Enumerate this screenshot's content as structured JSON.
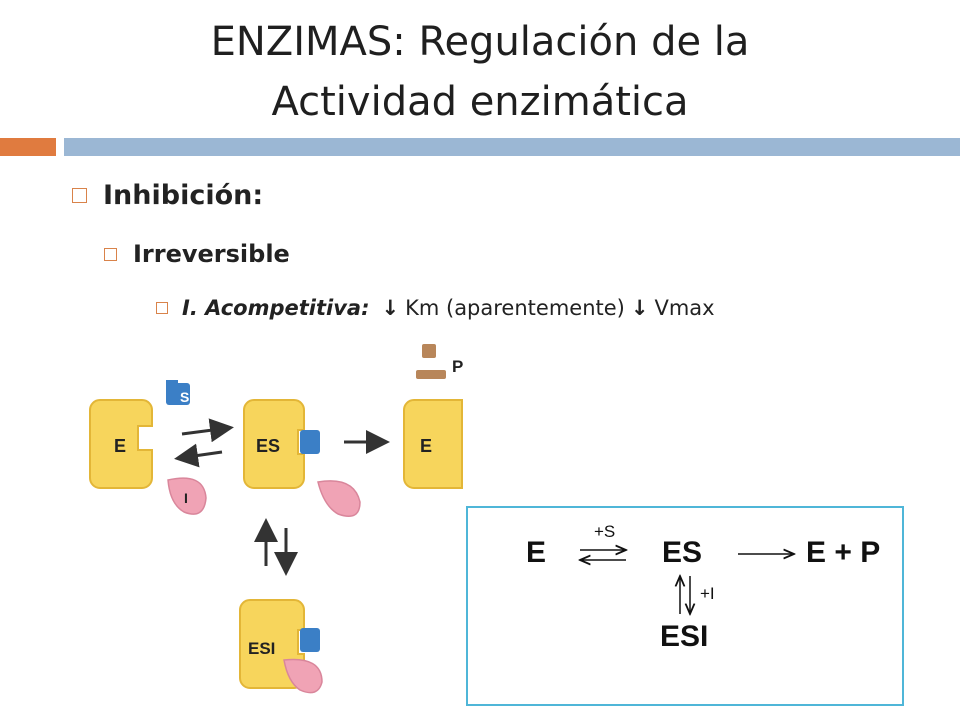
{
  "slide": {
    "title_line1": "ENZIMAS: Regulación de la",
    "title_line2": "Actividad enzimática",
    "bullet1": "Inhibición:",
    "bullet2": "Irreversible",
    "bullet3_em": "I. Acompetitiva:",
    "bullet3_arrow1": "↓",
    "bullet3_text": "Km (aparentemente)",
    "bullet3_arrow2": "↓",
    "bullet3_text2": "Vmax"
  },
  "diagram": {
    "label_E1": "E",
    "label_ES": "ES",
    "label_E2": "E",
    "label_ESI": "ESI",
    "label_S": "S",
    "label_P": "P",
    "label_I": "I"
  },
  "equation": {
    "E": "E",
    "plus_s": "+S",
    "ES": "ES",
    "E_plus_P": "E + P",
    "plus_i": "+I",
    "ESI": "ESI"
  },
  "colors": {
    "orange_bar": "#e07b3f",
    "blue_bar": "#9bb7d4",
    "bullet_box": "#d9834a",
    "enzyme_fill": "#f7d55c",
    "enzyme_stroke": "#e3b637",
    "substrate": "#3b7fc6",
    "product": "#b8865a",
    "inhibitor": "#f0a3b5",
    "box_border": "#4fb6d8"
  }
}
